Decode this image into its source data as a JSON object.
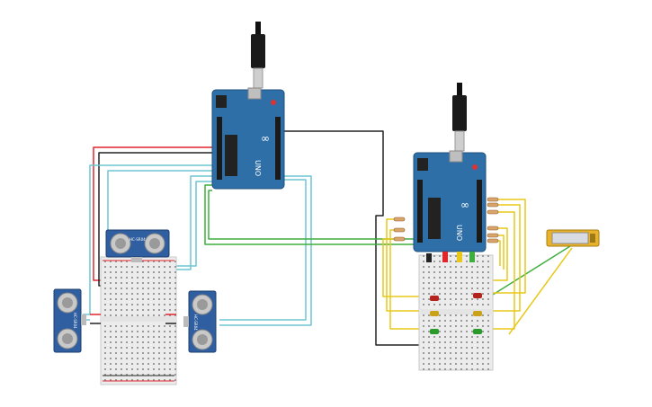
{
  "board_a": {
    "brand_text": "UNO",
    "logo_text": "∞"
  },
  "board_b": {
    "brand_text": "UNO",
    "logo_text": "∞"
  },
  "sensor_top": {
    "label": "HC-SR04"
  },
  "sensor_left": {
    "label": "HC-SR04"
  },
  "sensor_right": {
    "label": "HC-SR04"
  },
  "colors": {
    "board": "#2f6fa8",
    "wire_red": "#e0252b",
    "wire_black": "#222222",
    "wire_cyan": "#6fc6d4",
    "wire_green": "#3fae3f",
    "wire_yellow": "#e8c81a",
    "led_red": "#b3241c",
    "led_yellow": "#c9a21a",
    "led_green": "#2a9a2a",
    "lcd_frame": "#e8b32a",
    "lcd_screen": "#d8dce2"
  }
}
